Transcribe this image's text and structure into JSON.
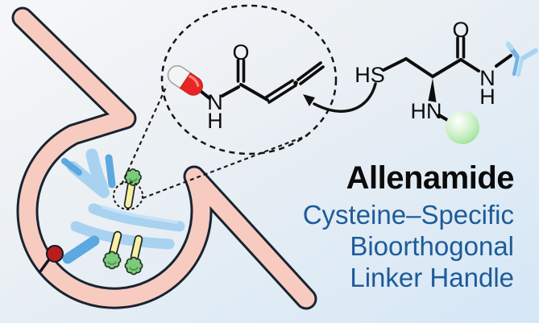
{
  "figure": {
    "heading": "Allenamide",
    "subtitle_lines": [
      "Cysteine–Specific",
      "Bioorthogonal",
      "Linker Handle"
    ]
  },
  "chem": {
    "allenamide": {
      "carbonyl_O": "O",
      "amide_N": "N",
      "amide_H": "H"
    },
    "cysteine": {
      "thiol_HS": "HS",
      "carbonyl_O": "O",
      "amide_N": "N",
      "amide_H": "H",
      "amine_HN": "HN"
    }
  },
  "icons": {
    "drug_pill": "red-white-capsule",
    "antibody": "blue-Y-antibody",
    "payload_blob": "green-scalloped-sphere",
    "protein_tag": "green-gradient-sphere",
    "membrane_antigen": "dark-red-sphere",
    "zoom_circle": "dashed-magnifier-ellipse"
  },
  "colors": {
    "background_top": "#f6f7f8",
    "background_bottom": "#d5e7f6",
    "membrane_pink": "#f8cbc0",
    "outline_navy": "#182430",
    "antibody_light_blue": "#a8d2f0",
    "antibody_dark_blue": "#5ca8e0",
    "linker_yellow": "#f7f0a3",
    "payload_green": "#7ccb7c",
    "sphere_green": "#90d88e",
    "pill_red": "#e92425",
    "antigen_red": "#b71f1f",
    "bond_black": "#0d0d0d",
    "title_black": "#0b0b0b",
    "subtitle_blue": "#1e5b99"
  }
}
